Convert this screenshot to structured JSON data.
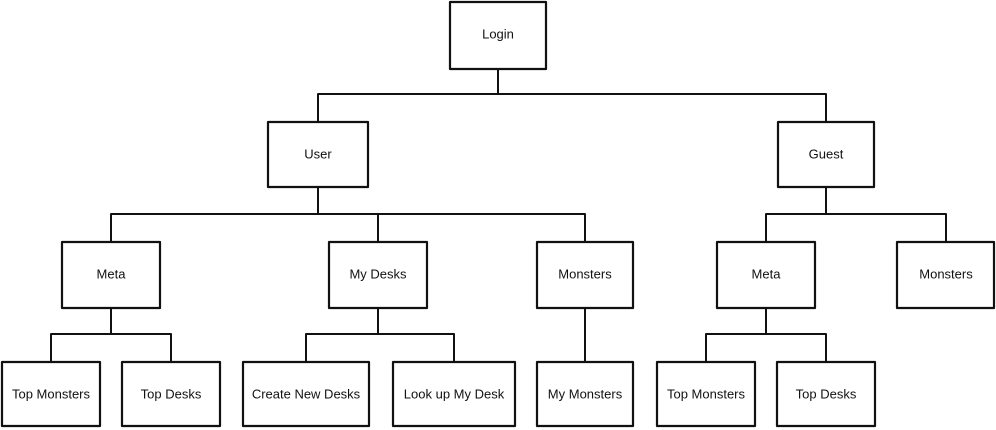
{
  "tree": {
    "label": "Login",
    "children": [
      {
        "label": "User",
        "children": [
          {
            "label": "Meta",
            "children": [
              {
                "label": "Top Monsters"
              },
              {
                "label": "Top Desks"
              }
            ]
          },
          {
            "label": "My Desks",
            "children": [
              {
                "label": "Create New Desks"
              },
              {
                "label": "Look up My Desk"
              }
            ]
          },
          {
            "label": "Monsters",
            "children": [
              {
                "label": "My Monsters"
              }
            ]
          }
        ]
      },
      {
        "label": "Guest",
        "children": [
          {
            "label": "Meta",
            "children": [
              {
                "label": "Top Monsters"
              },
              {
                "label": "Top Desks"
              }
            ]
          },
          {
            "label": "Monsters"
          }
        ]
      }
    ]
  }
}
